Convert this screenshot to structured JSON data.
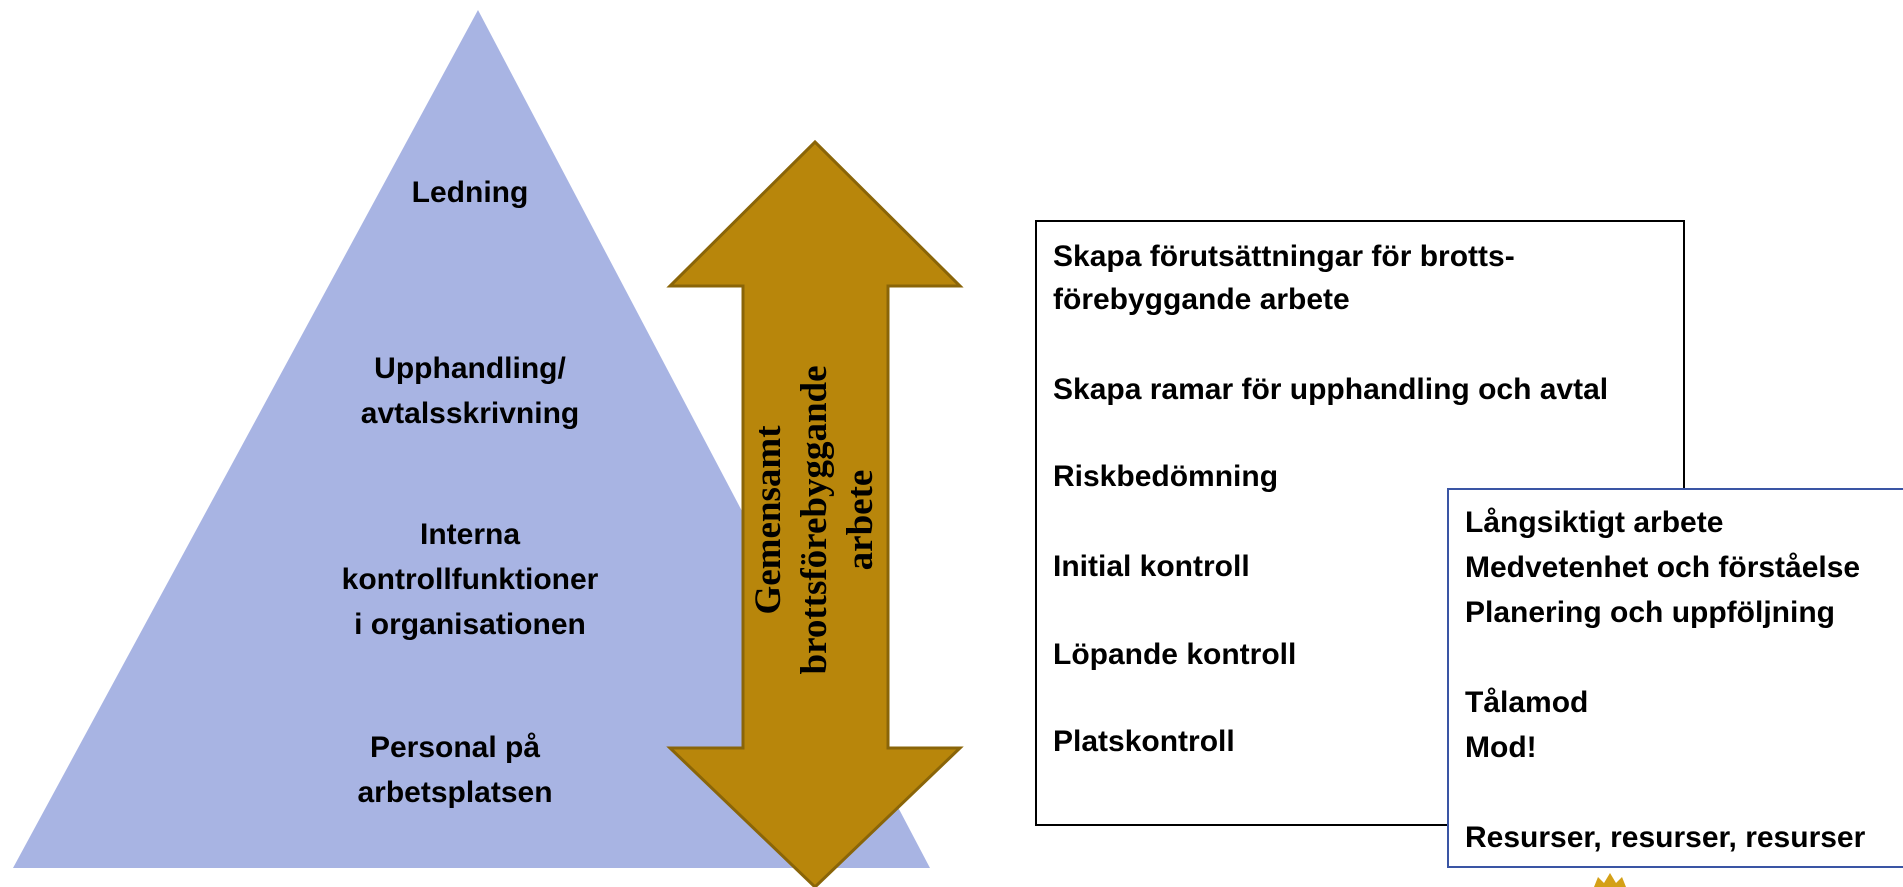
{
  "pyramid": {
    "color": "#a8b4e3",
    "levels": [
      {
        "label": "Ledning"
      },
      {
        "label": "Upphandling/\navtalsskrivning"
      },
      {
        "label": "Interna\nkontrollfunktioner\ni organisationen"
      },
      {
        "label": "Personal på\narbetsplatsen"
      }
    ]
  },
  "arrow": {
    "color": "#b8860b",
    "border_color": "#8a6508",
    "label": "Gemensamt brottsförebyggande\narbete"
  },
  "steps_box": {
    "lines": [
      "Skapa förutsättningar för brotts-",
      "förebyggande arbete",
      "Skapa ramar för upphandling och avtal",
      "Riskbedömning",
      "Initial kontroll",
      "Löpande kontroll",
      "Platskontroll"
    ]
  },
  "success_box": {
    "border_color": "#3a55a4",
    "lines": [
      "Långsiktigt arbete",
      "Medvetenhet och förståelse",
      "Planering och uppföljning",
      "Tålamod",
      "Mod!",
      "Resurser, resurser, resurser"
    ]
  },
  "logo": {
    "icon": "crown-emblem-icon",
    "color": "#d4a017"
  }
}
